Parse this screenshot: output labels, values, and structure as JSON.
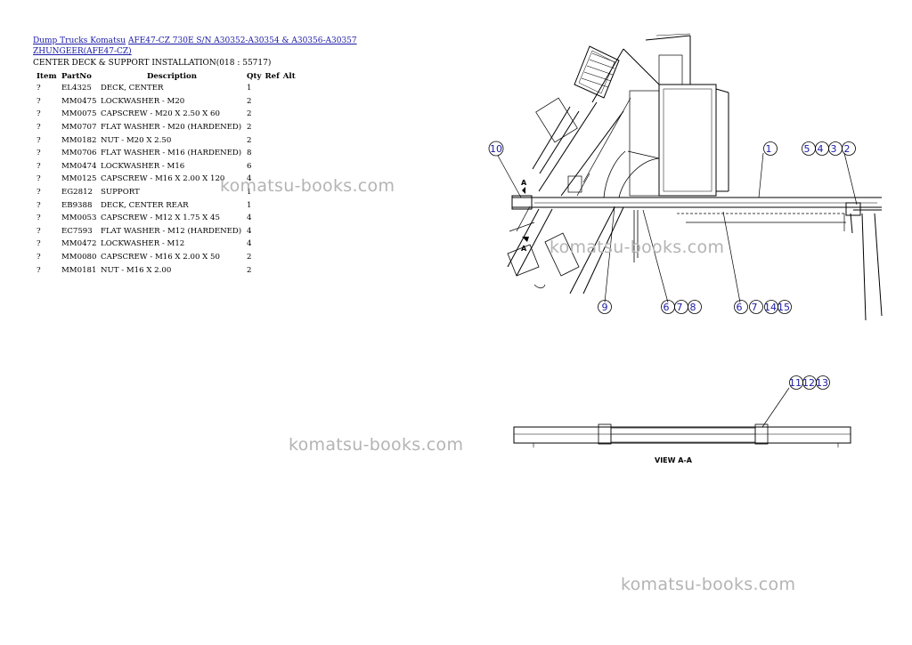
{
  "breadcrumb": {
    "link1": "Dump Trucks Komatsu",
    "link2": "AFE47-CZ 730E S/N A30352-A30354 & A30356-A30357 ZHUNGEER(AFE47-CZ)"
  },
  "section_title": "CENTER DECK & SUPPORT INSTALLATION(018 : 55717)",
  "table": {
    "headers": {
      "item": "Item",
      "part": "PartNo",
      "desc": "Description",
      "qty": "Qty",
      "ref": "Ref",
      "alt": "Alt"
    },
    "rows": [
      {
        "item": "?",
        "part": "EL4325",
        "desc": "DECK, CENTER",
        "qty": "1"
      },
      {
        "item": "?",
        "part": "MM0475",
        "desc": "LOCKWASHER - M20",
        "qty": "2"
      },
      {
        "item": "?",
        "part": "MM0075",
        "desc": "CAPSCREW - M20 X 2.50 X 60",
        "qty": "2"
      },
      {
        "item": "?",
        "part": "MM0707",
        "desc": "FLAT WASHER - M20 (HARDENED)",
        "qty": "2"
      },
      {
        "item": "?",
        "part": "MM0182",
        "desc": "NUT - M20 X 2.50",
        "qty": "2"
      },
      {
        "item": "?",
        "part": "MM0706",
        "desc": "FLAT WASHER - M16 (HARDENED)",
        "qty": "8"
      },
      {
        "item": "?",
        "part": "MM0474",
        "desc": "LOCKWASHER - M16",
        "qty": "6"
      },
      {
        "item": "?",
        "part": "MM0125",
        "desc": "CAPSCREW - M16 X 2.00 X 120",
        "qty": "4"
      },
      {
        "item": "?",
        "part": "EG2812",
        "desc": "SUPPORT",
        "qty": "1"
      },
      {
        "item": "?",
        "part": "EB9388",
        "desc": "DECK, CENTER REAR",
        "qty": "1"
      },
      {
        "item": "?",
        "part": "MM0053",
        "desc": "CAPSCREW - M12 X 1.75 X 45",
        "qty": "4"
      },
      {
        "item": "?",
        "part": "EC7593",
        "desc": "FLAT WASHER - M12 (HARDENED)",
        "qty": "4"
      },
      {
        "item": "?",
        "part": "MM0472",
        "desc": "LOCKWASHER - M12",
        "qty": "4"
      },
      {
        "item": "?",
        "part": "MM0080",
        "desc": "CAPSCREW - M16 X 2.00 X 50",
        "qty": "2"
      },
      {
        "item": "?",
        "part": "MM0181",
        "desc": "NUT - M16 X 2.00",
        "qty": "2"
      }
    ]
  },
  "drawing": {
    "callouts": [
      "10",
      "1",
      "5",
      "4",
      "3",
      "2",
      "9",
      "6",
      "7",
      "8",
      "6",
      "7",
      "14",
      "15",
      "11",
      "12",
      "13"
    ],
    "section_marker": "A",
    "view_label": "VIEW A-A"
  },
  "watermark": "komatsu-books.com"
}
